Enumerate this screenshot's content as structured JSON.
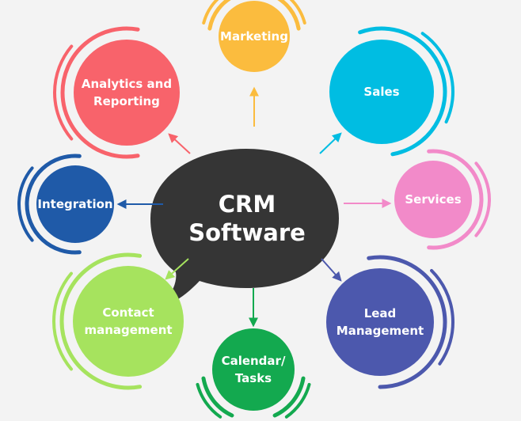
{
  "center": {
    "label": "CRM\nSoftware",
    "color": "#353535"
  },
  "nodes": [
    {
      "id": "marketing",
      "label": "Marketing",
      "color": "#fbbc3e"
    },
    {
      "id": "sales",
      "label": "Sales",
      "color": "#00bde2"
    },
    {
      "id": "services",
      "label": "Services",
      "color": "#f28ac9"
    },
    {
      "id": "lead-management",
      "label": "Lead\nManagement",
      "color": "#4c58ad"
    },
    {
      "id": "calendar-tasks",
      "label": "Calendar/\nTasks",
      "color": "#13a94f"
    },
    {
      "id": "contact-management",
      "label": "Contact\nmanagement",
      "color": "#a6e35e"
    },
    {
      "id": "integration",
      "label": "Integration",
      "color": "#1f5aa8"
    },
    {
      "id": "analytics-reporting",
      "label": "Analytics and\nReporting",
      "color": "#f8636b"
    }
  ]
}
